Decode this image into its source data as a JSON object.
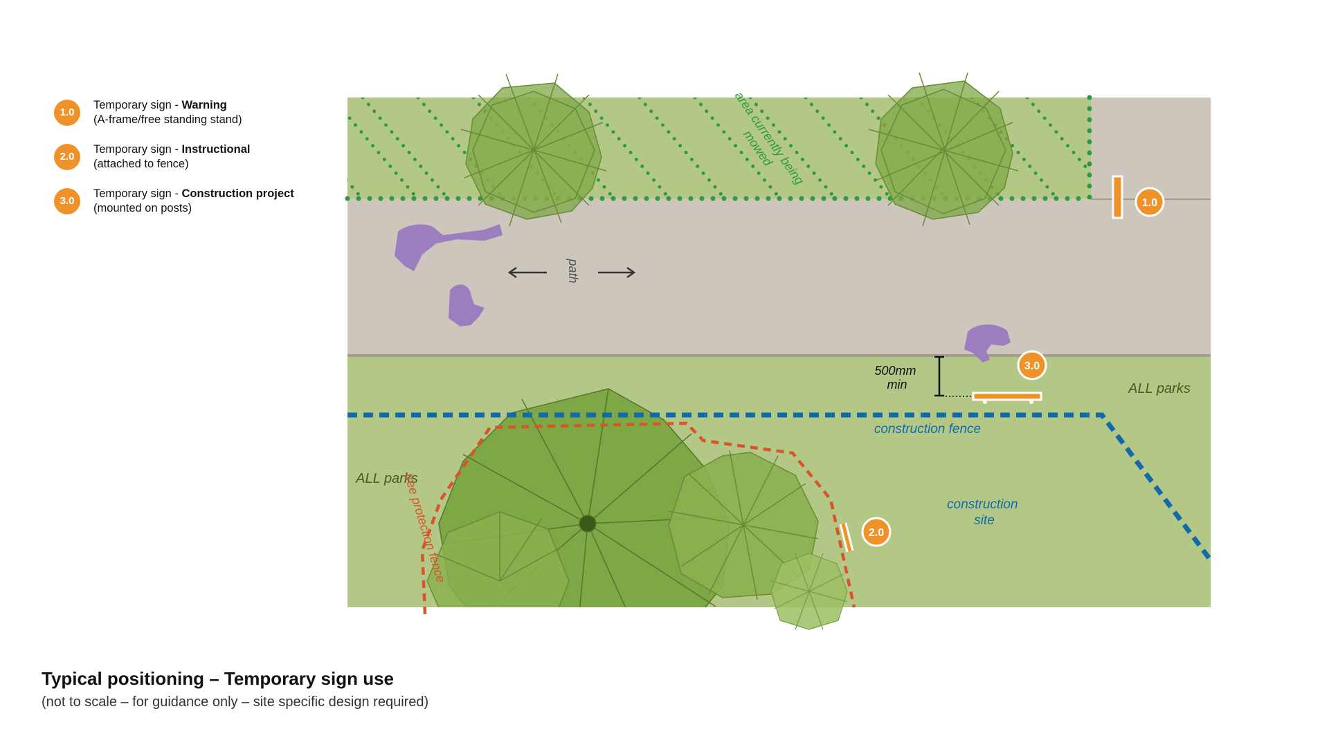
{
  "legend": [
    {
      "badge": "1.0",
      "prefix": "Temporary sign - ",
      "type": "Warning",
      "note": "(A-frame/free standing stand)"
    },
    {
      "badge": "2.0",
      "prefix": "Temporary sign - ",
      "type": "Instructional",
      "note": "(attached to fence)"
    },
    {
      "badge": "3.0",
      "prefix": "Temporary sign - ",
      "type": "Construction project",
      "note": "(mounted on posts)"
    }
  ],
  "labels": {
    "mowed_line1": "area currently being",
    "mowed_line2": "mowed",
    "path": "path",
    "dimension_line1": "500mm",
    "dimension_line2": "min",
    "all_parks_right": "ALL parks",
    "all_parks_left": "ALL parks",
    "construction_fence": "construction fence",
    "construction_site_line1": "construction",
    "construction_site_line2": "site",
    "tree_protection_fence": "tree protection fence"
  },
  "badges": {
    "sign1": "1.0",
    "sign2": "2.0",
    "sign3": "3.0"
  },
  "footer": {
    "title": "Typical positioning – Temporary sign use",
    "subtitle": "(not to scale – for guidance only – site specific design required)"
  },
  "colors": {
    "grass": "#b3c887",
    "path": "#ccc6bd",
    "mow_dots": "#2e9a3e",
    "construction_fence": "#136aa8",
    "tree_fence": "#d9542a",
    "sign": "#f0922a",
    "person": "#9b7dc0"
  }
}
